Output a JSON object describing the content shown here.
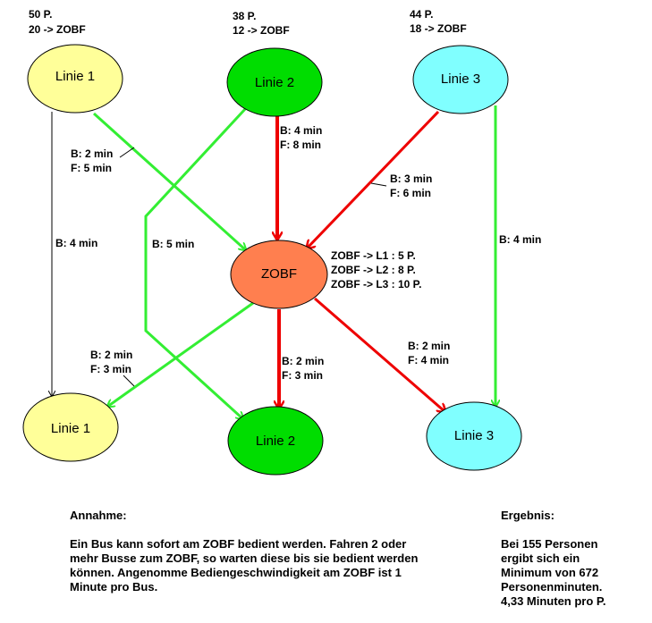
{
  "colors": {
    "yellow": "#FFFF99",
    "green": "#00DD00",
    "cyan": "#80FFFF",
    "orange": "#FF7F4F",
    "red": "#EE0000",
    "light_green": "#33EE33",
    "black": "#000000"
  },
  "nodes": {
    "linie1_top": "Linie 1",
    "linie2_top": "Linie 2",
    "linie3_top": "Linie 3",
    "zobf": "ZOBF",
    "linie1_bottom": "Linie 1",
    "linie2_bottom": "Linie 2",
    "linie3_bottom": "Linie 3"
  },
  "header_counts": {
    "l1": [
      "50 P.",
      "20 -> ZOBF"
    ],
    "l2": [
      "38 P.",
      "12 -> ZOBF"
    ],
    "l3": [
      "44 P.",
      "18 -> ZOBF"
    ]
  },
  "edge_labels": {
    "l1_to_zobf": [
      "B: 2 min",
      "F: 5 min"
    ],
    "l1_direct": "B: 4 min",
    "l2_to_zobf": [
      "B: 4 min",
      "F: 8 min"
    ],
    "l2_direct": "B: 5 min",
    "l3_to_zobf": [
      "B: 3 min",
      "F: 6 min"
    ],
    "l3_direct": "B: 4 min",
    "zobf_to_l1": [
      "B: 2 min",
      "F: 3 min"
    ],
    "zobf_to_l2": [
      "B: 2 min",
      "F: 3 min"
    ],
    "zobf_to_l3": [
      "B: 2 min",
      "F: 4 min"
    ]
  },
  "zobf_transfers": [
    "ZOBF -> L1 : 5 P.",
    "ZOBF -> L2 : 8 P.",
    "ZOBF -> L3 : 10 P."
  ],
  "annahme": {
    "title": "Annahme:",
    "text": "Ein Bus kann sofort am ZOBF bedient werden. Fahren 2 oder\nmehr Busse zum ZOBF, so warten diese bis sie bedient werden\nkönnen. Angenomme Bediengeschwindigkeit am ZOBF ist 1\nMinute pro Bus."
  },
  "ergebnis": {
    "title": "Ergebnis:",
    "text": "Bei 155 Personen\nergibt sich ein\nMinimum von 672\nPersonenminuten.\n4,33 Minuten pro P."
  }
}
